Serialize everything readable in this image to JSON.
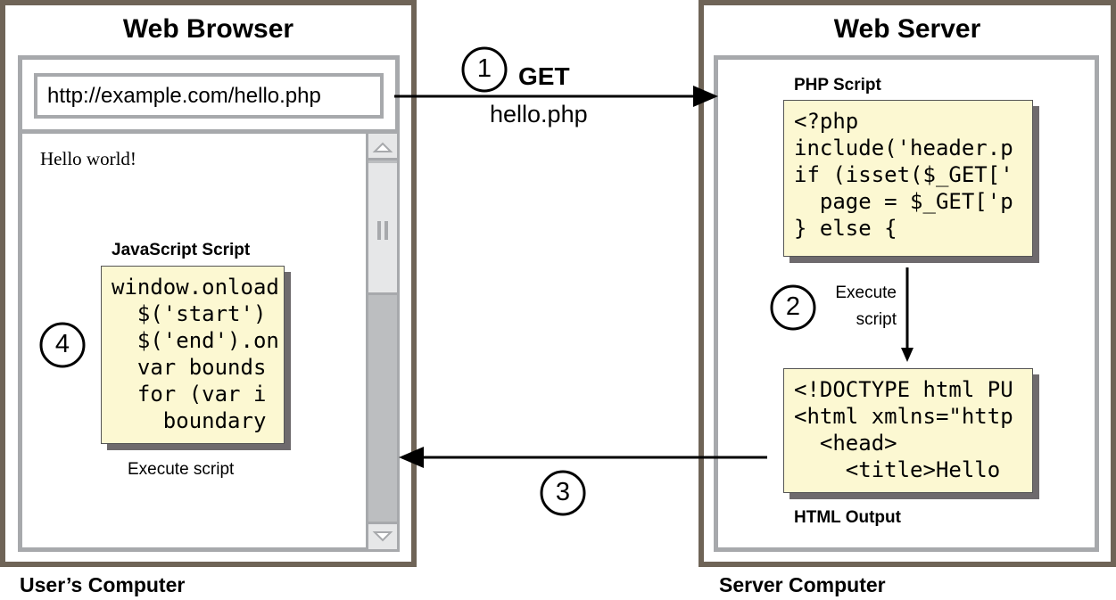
{
  "browser": {
    "title": "Web Browser",
    "url": "http://example.com/hello.php",
    "page_text": "Hello world!",
    "js_label": "JavaScript Script",
    "js_code": [
      "window.onload",
      "  $('start')",
      "  $('end').on",
      "  var bounds",
      "  for (var i",
      "    boundary"
    ],
    "js_caption": "Execute script",
    "step": "4",
    "computer_label": "User’s Computer"
  },
  "request": {
    "step": "1",
    "method": "GET",
    "file": "hello.php"
  },
  "response": {
    "step": "3"
  },
  "server": {
    "title": "Web Server",
    "php_label": "PHP Script",
    "php_code": [
      "<?php",
      "include('header.p",
      "if (isset($_GET['",
      "  page = $_GET['p",
      "} else {"
    ],
    "execute_step": "2",
    "execute_label_1": "Execute",
    "execute_label_2": "script",
    "html_label": "HTML Output",
    "html_code": [
      "<!DOCTYPE html PU",
      "<html xmlns=\"http",
      "  <head>",
      "    <title>Hello"
    ],
    "computer_label": "Server Computer"
  },
  "colors": {
    "frame": "#6f6457",
    "panel": "#a7a9ac",
    "code_bg": "#fcf8d2"
  }
}
